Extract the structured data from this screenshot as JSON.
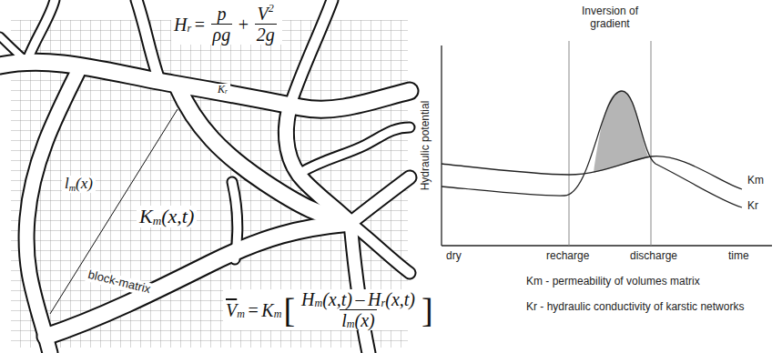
{
  "diagram": {
    "labels": [
      "H",
      "r",
      "=",
      "p",
      "ρg",
      "+",
      "V",
      "2",
      "2g",
      "K",
      "r",
      "l",
      "m",
      "(x)",
      "K",
      "m",
      "(x,t)",
      "block-matrix",
      "V",
      "m",
      "=",
      "K",
      "m",
      "[",
      "H",
      "m",
      "(x,t)",
      "–",
      "H",
      "r",
      "(x,t)",
      "l",
      "m",
      "(x)",
      "]",
      "Inversion of gradient",
      "Hydraulic potential",
      "Km",
      "Kr",
      "dry",
      "recharge",
      "discharge",
      "time",
      "Km - permeability of volumes matrix",
      "Kr - hydraulic conductivity of karstic networks"
    ]
  }
}
